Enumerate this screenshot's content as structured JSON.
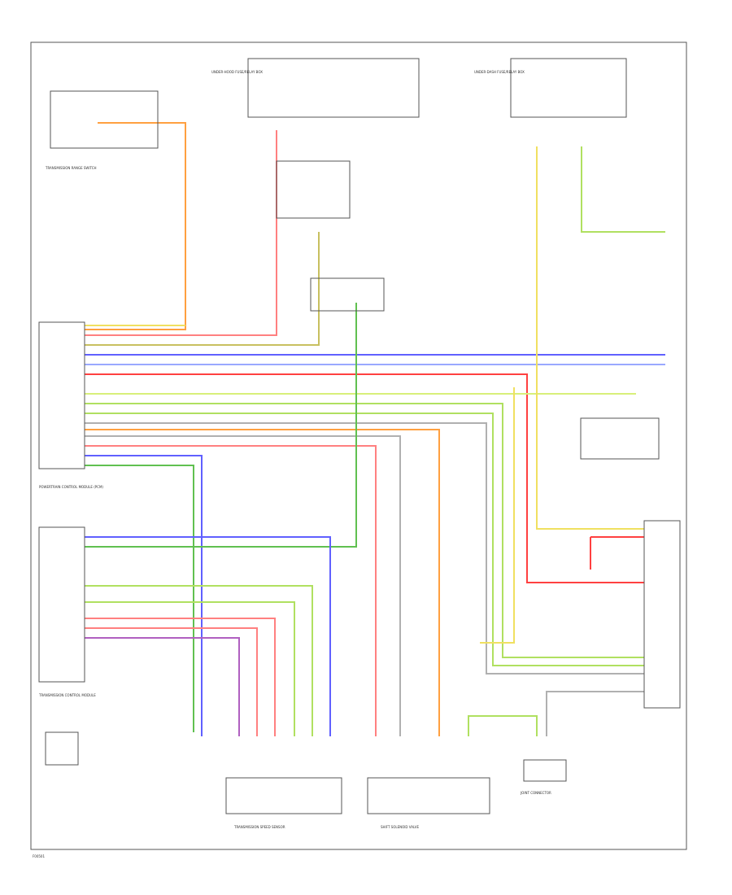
{
  "colors": {
    "border": "#555555",
    "component": "#555555",
    "wire_text": "#666666",
    "orange": "#ffa040",
    "yellow": "#f0e060",
    "pink": "#ff8080",
    "red": "#ff4040",
    "olive": "#c8c060",
    "blue": "#6060ff",
    "light_blue": "#9aa8ff",
    "green": "#60c050",
    "light_green": "#b0e060",
    "gray": "#b0b0b0",
    "purple": "#b060c0",
    "yellow_green": "#d8ef7a"
  },
  "texts": {
    "top_fuse_box_left": "UNDER-HOOD FUSE/RELAY BOX",
    "top_fuse_box_right": "UNDER-DASH FUSE/RELAY BOX",
    "trans_range_switch": "TRANSMISSION RANGE SWITCH",
    "tcm_main": "POWERTRAIN CONTROL MODULE (PCM)",
    "tcm_lower": "TRANSMISSION CONTROL MODULE",
    "bottom_left_component": "TRANSMISSION SPEED SENSOR",
    "bottom_center_component": "SHIFT SOLENOID VALVE",
    "bottom_right_component": "JOINT CONNECTOR",
    "footer_code": "F00501"
  }
}
